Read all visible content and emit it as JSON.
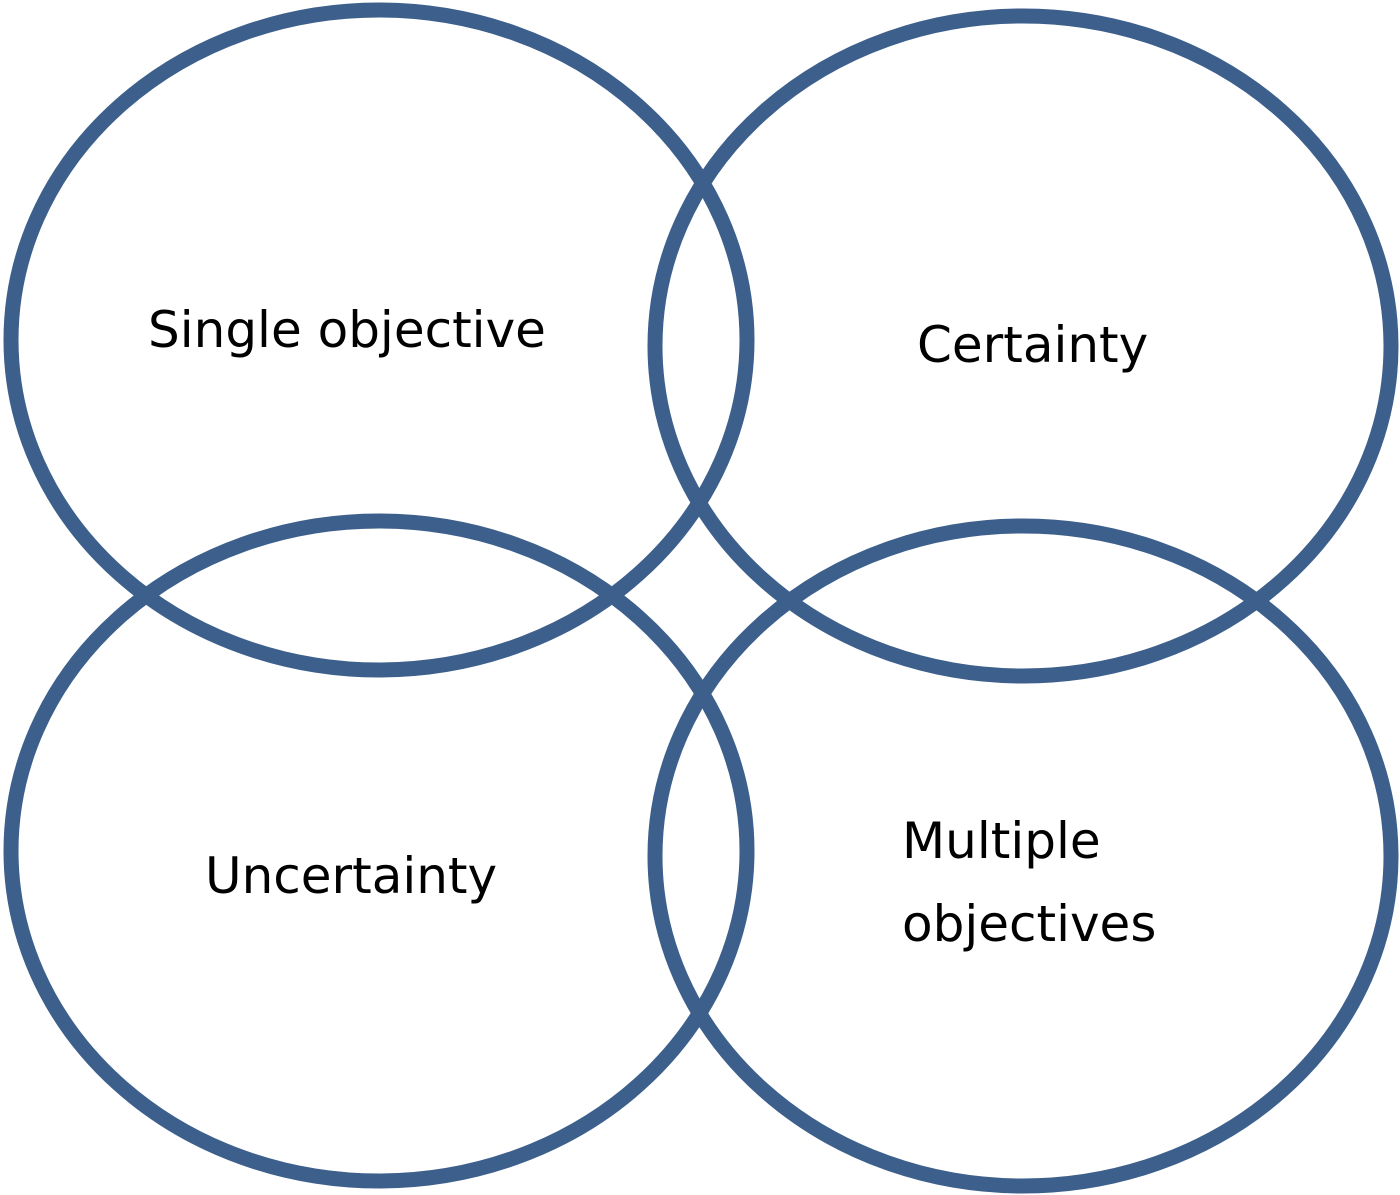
{
  "diagram": {
    "stroke_color": "#3C5F8C",
    "circles": [
      {
        "id": "top-left",
        "label_lines": [
          "Single objective"
        ]
      },
      {
        "id": "top-right",
        "label_lines": [
          "Certainty"
        ]
      },
      {
        "id": "bottom-left",
        "label_lines": [
          "Uncertainty"
        ]
      },
      {
        "id": "bottom-right",
        "label_lines": [
          "Multiple",
          "objectives"
        ]
      }
    ]
  }
}
